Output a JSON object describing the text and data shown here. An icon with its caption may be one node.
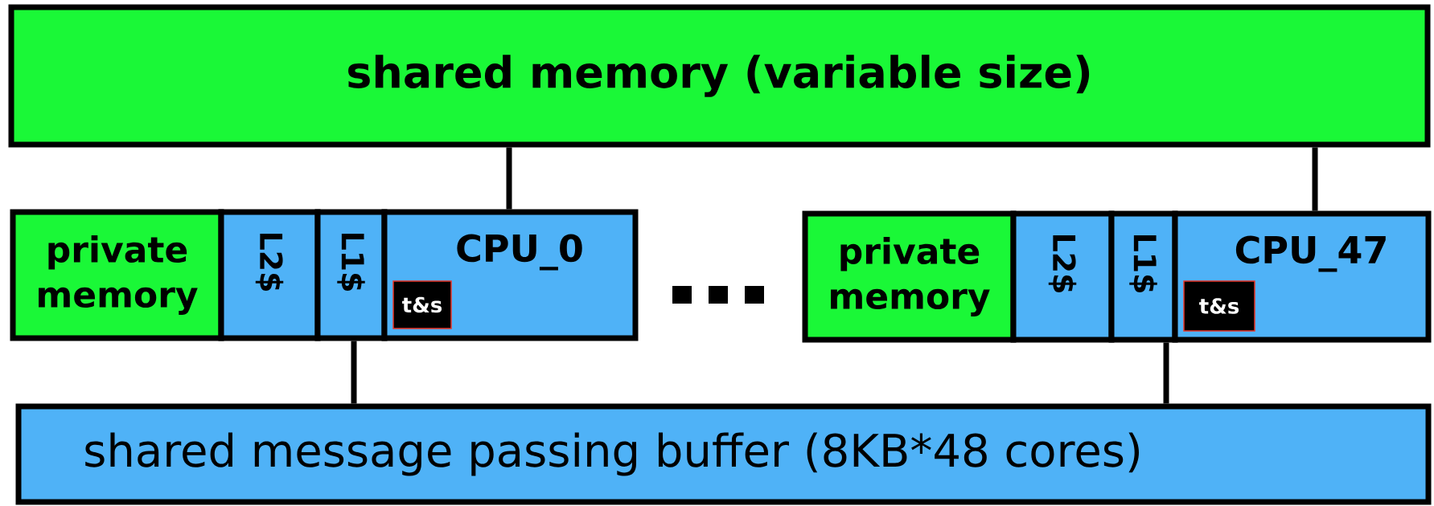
{
  "diagram": {
    "nodes": [
      {
        "text": [
          "shared memory (variable size)"
        ]
      },
      {
        "text": [
          "private memory"
        ]
      },
      {
        "text": [
          "L2$"
        ]
      },
      {
        "text": [
          "L1$"
        ]
      },
      {
        "text": [
          "CPU_0"
        ]
      },
      {
        "text": [
          "t&s"
        ],
        "in": 4
      },
      {
        "text": [
          "private memory"
        ]
      },
      {
        "text": [
          "L2$"
        ]
      },
      {
        "text": [
          "L1$"
        ]
      },
      {
        "text": [
          "CPU_47"
        ]
      },
      {
        "text": [
          "t&s"
        ],
        "in": 9
      },
      {
        "text": [
          "shared message passing buffer (8KB*48 cores)"
        ]
      }
    ],
    "edges": [
      {
        "from": 0,
        "to": 4,
        "arrow": "none"
      },
      {
        "from": 0,
        "to": 9,
        "arrow": "none"
      },
      {
        "from": 3,
        "to": 11,
        "arrow": "none"
      },
      {
        "from": 8,
        "to": 11,
        "arrow": "none"
      }
    ]
  }
}
